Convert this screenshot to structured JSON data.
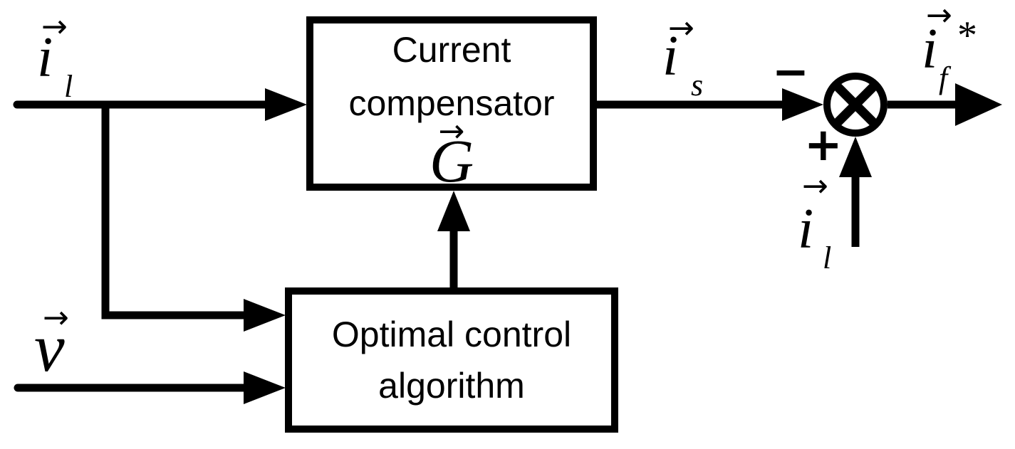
{
  "colors": {
    "ink": "#000000",
    "background": "#ffffff"
  },
  "blocks": {
    "current_compensator": {
      "title_line1": "Current",
      "title_line2": "compensator",
      "gain_vector_arrow": "→",
      "gain_symbol": "G"
    },
    "optimal_control": {
      "title_line1": "Optimal control",
      "title_line2": "algorithm"
    }
  },
  "signals": {
    "load_current_input": {
      "vector_arrow": "→",
      "symbol": "i",
      "subscript": "l"
    },
    "voltage_input": {
      "vector_arrow": "→",
      "symbol": "v"
    },
    "source_current": {
      "vector_arrow": "→",
      "symbol": "i",
      "subscript": "s"
    },
    "reference_current_output": {
      "vector_arrow": "→",
      "symbol": "i",
      "subscript": "f",
      "superscript": "*"
    },
    "load_current_feedback": {
      "vector_arrow": "→",
      "symbol": "i",
      "subscript": "l"
    }
  },
  "junction": {
    "minus_sign": "−",
    "plus_sign": "+"
  }
}
